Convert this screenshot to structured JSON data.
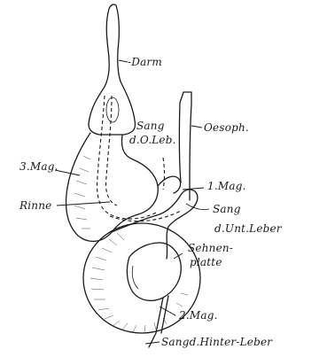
{
  "figure": {
    "labels": {
      "darm": "-Darm",
      "sang_o_leb_1": "Sang",
      "sang_o_leb_2": "d.O.Leb.",
      "oesoph": "Oesoph.",
      "mag3": "3.Mag.",
      "rinne": "Rinne",
      "mag1": "1.Mag.",
      "sang_unt_1": "Sang",
      "sang_unt_2": "d.Unt.Leber",
      "sehnen_1": "Sehnen-",
      "sehnen_2": "platte",
      "mag2": "2.Mag.",
      "sang_hinter": "Sangd.Hinter-Leber"
    }
  }
}
